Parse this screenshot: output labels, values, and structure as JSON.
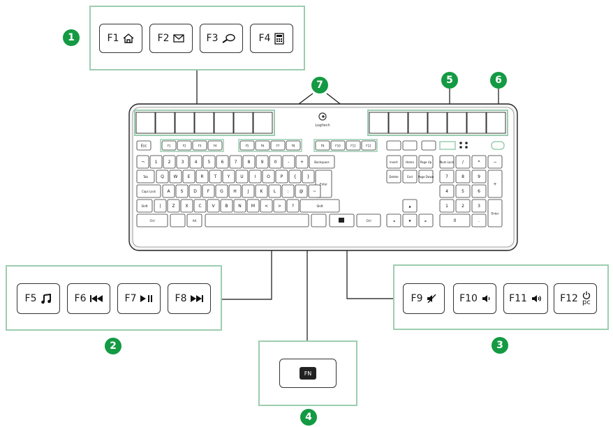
{
  "callouts": {
    "c1": {
      "number": "1",
      "keys": [
        {
          "label": "F1",
          "icon": "home-icon"
        },
        {
          "label": "F2",
          "icon": "mail-icon"
        },
        {
          "label": "F3",
          "icon": "search-icon"
        },
        {
          "label": "F4",
          "icon": "calculator-icon"
        }
      ]
    },
    "c2": {
      "number": "2",
      "keys": [
        {
          "label": "F5",
          "icon": "music-note-icon"
        },
        {
          "label": "F6",
          "icon": "previous-track-icon"
        },
        {
          "label": "F7",
          "icon": "play-pause-icon"
        },
        {
          "label": "F8",
          "icon": "next-track-icon"
        }
      ]
    },
    "c3": {
      "number": "3",
      "keys": [
        {
          "label": "F9",
          "icon": "mute-icon"
        },
        {
          "label": "F10",
          "icon": "volume-down-icon"
        },
        {
          "label": "F11",
          "icon": "volume-up-icon"
        },
        {
          "label": "F12",
          "icon": "power-pc-icon",
          "sub": "pc"
        }
      ]
    },
    "c4": {
      "number": "4",
      "key_label": "FN"
    },
    "c5": {
      "number": "5"
    },
    "c6": {
      "number": "6"
    },
    "c7": {
      "number": "7"
    }
  },
  "keyboard": {
    "brand": "Logitech",
    "esc": "Esc",
    "fkeys": [
      "F1",
      "F2",
      "F3",
      "F4",
      "F5",
      "F6",
      "F7",
      "F8",
      "F9",
      "F10",
      "F11",
      "F12"
    ],
    "row_labels": {
      "backspace": "Backspace",
      "tab": "Tab",
      "caps": "Caps Lock",
      "enter": "Enter",
      "shift_left": "Shift",
      "shift_right": "Shift",
      "ctrl_left": "Ctrl",
      "ctrl_right": "Ctrl",
      "alt": "Alt",
      "insert": "Insert",
      "home": "Home",
      "page_up": "Page Up",
      "delete": "Delete",
      "end": "End",
      "page_down": "Page Down",
      "num_lock": "Num Lock",
      "numpad_enter": "Enter"
    },
    "row1": [
      "¬",
      "1",
      "2",
      "3",
      "4",
      "5",
      "6",
      "7",
      "8",
      "9",
      "0",
      "-",
      "+"
    ],
    "row2": [
      "Q",
      "W",
      "E",
      "R",
      "T",
      "Y",
      "U",
      "I",
      "O",
      "P",
      "{",
      "}"
    ],
    "row3": [
      "A",
      "S",
      "D",
      "F",
      "G",
      "H",
      "J",
      "K",
      "L",
      ":",
      "@",
      "~"
    ],
    "row4": [
      "|",
      "Z",
      "X",
      "C",
      "V",
      "B",
      "N",
      "M",
      "<",
      ">",
      "?"
    ],
    "numpad": {
      "top": [
        "/",
        "*",
        "−"
      ],
      "r1": [
        "7",
        "8",
        "9",
        "+"
      ],
      "r2": [
        "4",
        "5",
        "6"
      ],
      "r3": [
        "1",
        "2",
        "3"
      ],
      "r4": [
        "0",
        "."
      ]
    }
  },
  "colors": {
    "callout_border": "#9ccdb0",
    "badge": "#139a43",
    "line": "#111111"
  }
}
